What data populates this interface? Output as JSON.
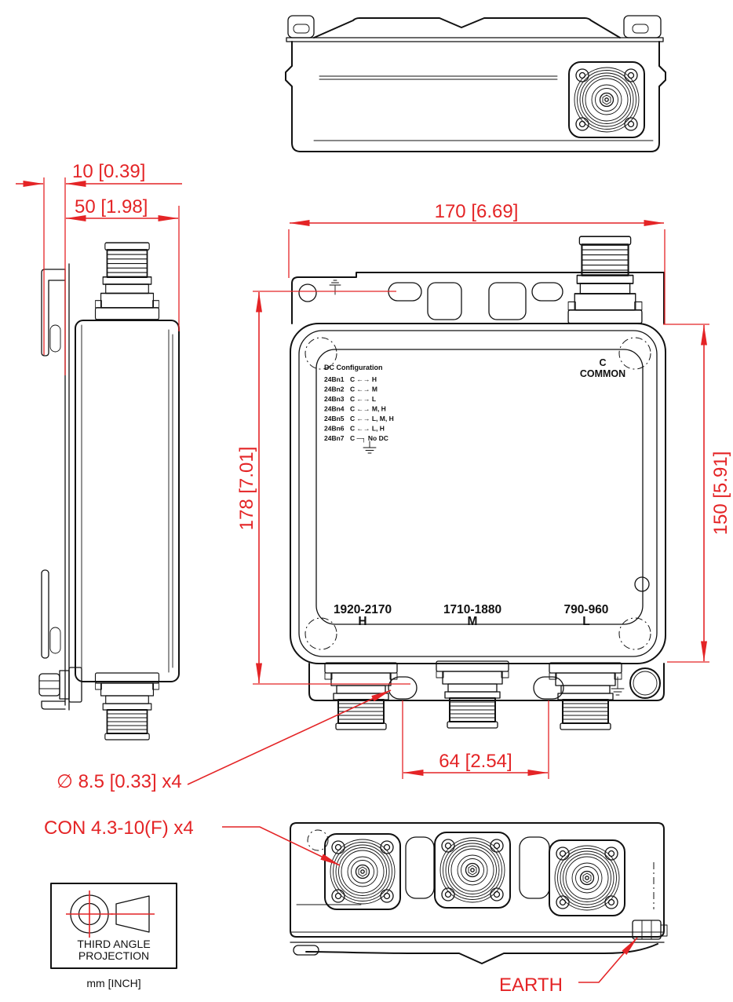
{
  "colors": {
    "line": "#111111",
    "dimension_red": "#e42426"
  },
  "dims": {
    "d10": "10 [0.39]",
    "d50": "50 [1.98]",
    "d170": "170 [6.69]",
    "d178": "178 [7.01]",
    "d150": "150 [5.91]",
    "d64": "64 [2.54]"
  },
  "callouts": {
    "hole": "∅ 8.5 [0.33]  x4",
    "connector": "CON 4.3-10(F) x4",
    "earth": "EARTH"
  },
  "front": {
    "common_c": "C",
    "common": "COMMON",
    "dc": {
      "title": "DC Configuration",
      "rows": [
        {
          "id": "24Bn1",
          "cfg": "C ←→ H"
        },
        {
          "id": "24Bn2",
          "cfg": "C ←→ M"
        },
        {
          "id": "24Bn3",
          "cfg": "C ←→ L"
        },
        {
          "id": "24Bn4",
          "cfg": "C ←→ M, H"
        },
        {
          "id": "24Bn5",
          "cfg": "C ←→ L, M, H"
        },
        {
          "id": "24Bn6",
          "cfg": "C ←→ L, H"
        },
        {
          "id": "24Bn7",
          "cfg": "C ─┐ No DC"
        }
      ]
    },
    "bands": [
      {
        "range": "1920-2170",
        "letter": "H"
      },
      {
        "range": "1710-1880",
        "letter": "M"
      },
      {
        "range": "790-960",
        "letter": "L"
      }
    ]
  },
  "projection": {
    "line1": "THIRD ANGLE",
    "line2": "PROJECTION",
    "units": "mm [INCH]"
  }
}
